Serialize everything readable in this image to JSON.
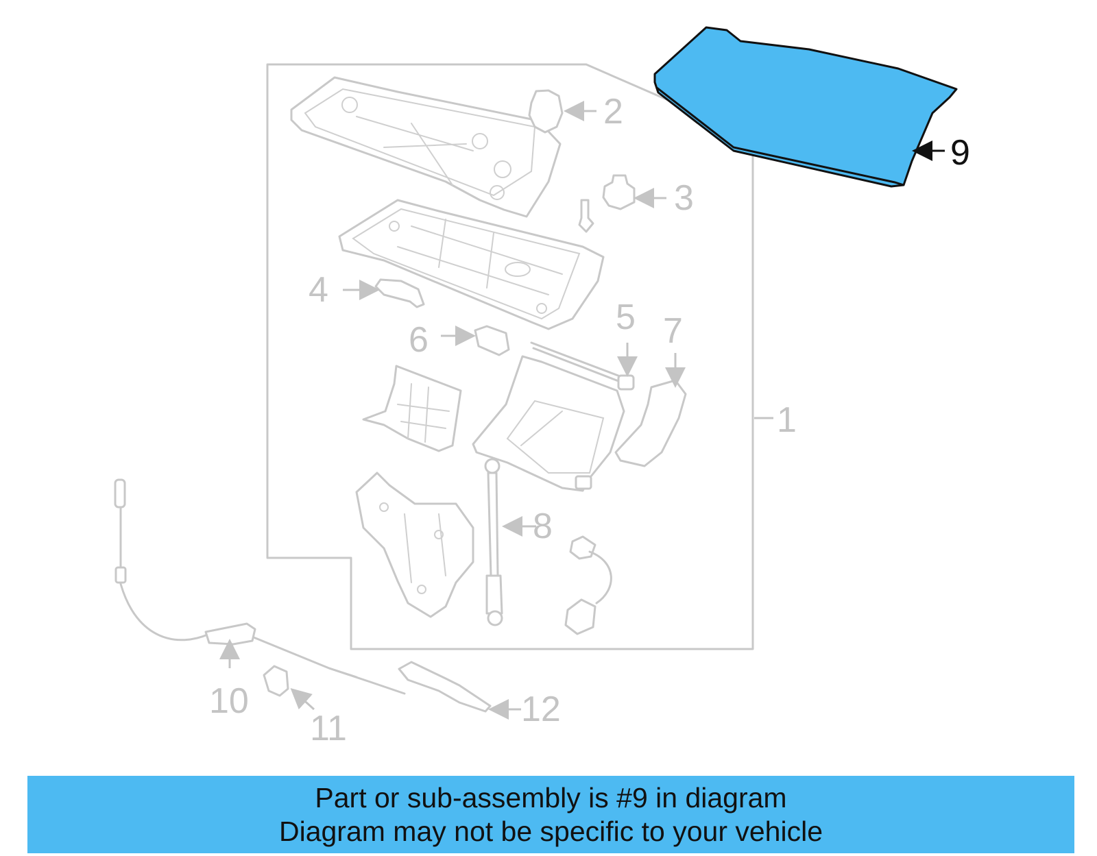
{
  "diagram": {
    "callouts": [
      "1",
      "2",
      "3",
      "4",
      "5",
      "6",
      "7",
      "8",
      "9",
      "10",
      "11",
      "12"
    ],
    "highlight_color": "#4dbaf2",
    "ghost_color": "#c8c8c8"
  },
  "banner": {
    "line1": "Part or sub-assembly is #9 in diagram",
    "line2": "Diagram may not be specific to your vehicle",
    "background": "#4dbaf2"
  }
}
